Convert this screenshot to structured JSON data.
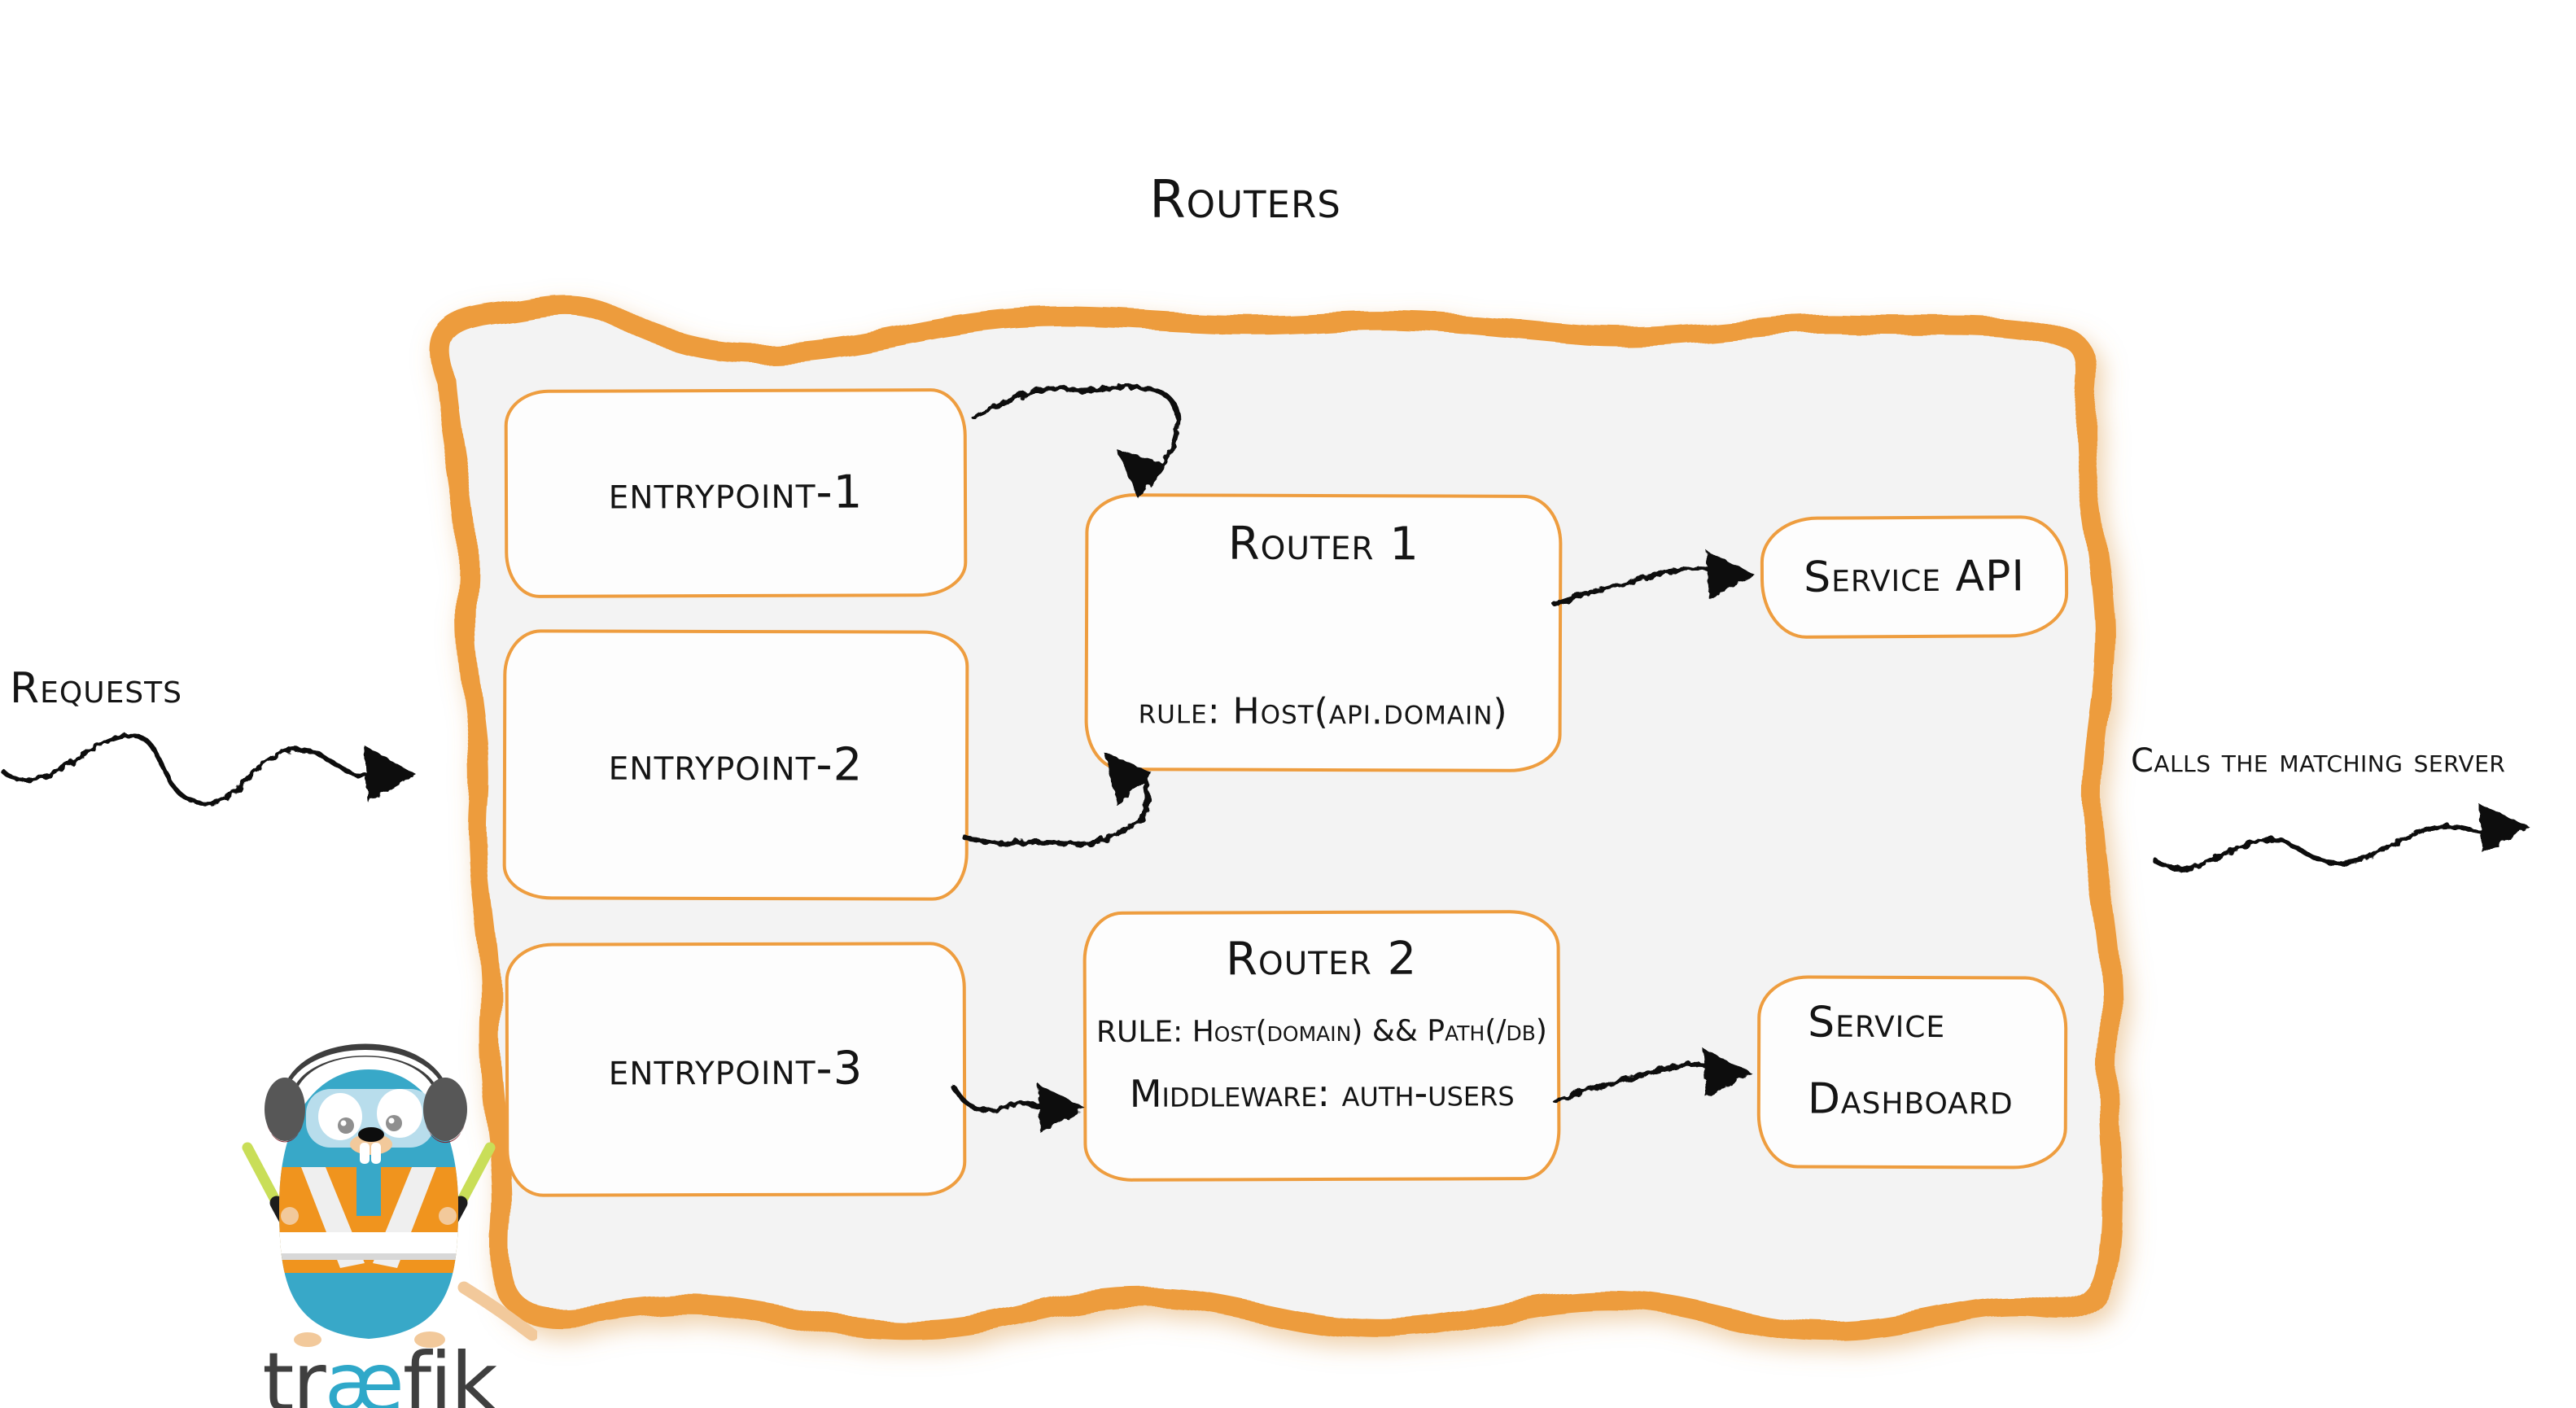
{
  "diagram": {
    "title": "Routers",
    "requests": {
      "label": "Requests"
    },
    "calls": {
      "label": "Calls the matching server"
    },
    "entrypoints": [
      {
        "label": "entrypoint-1"
      },
      {
        "label": "entrypoint-2"
      },
      {
        "label": "entrypoint-3"
      }
    ],
    "routers": [
      {
        "title": "Router 1",
        "rule": "rule: Host(api.domain)"
      },
      {
        "title": "Router 2",
        "rule": "RULE: Host(domain) && Path(/db)",
        "middleware": "Middleware: auth-users"
      }
    ],
    "services": [
      {
        "line1": "Service API"
      },
      {
        "line1": "Service",
        "line2": "Dashboard"
      }
    ],
    "logo": {
      "prefix": "tr",
      "ligature": "æ",
      "suffix": "fik"
    },
    "colors": {
      "accent": "#ED9C3C",
      "box-stroke": "#EE9D3F",
      "panel-fill": "#F3F3F3",
      "box-fill": "#FDFDFD",
      "ink": "#141414",
      "arrow-ink": "#101010",
      "gopher-blue": "#38A8C8",
      "vest-orange": "#F0941E",
      "stick-green": "#C9DE58",
      "skin-beige": "#F2C99B",
      "logo-gray": "#3F3F3F",
      "logo-ae-blue": "#2FA8C9"
    }
  }
}
